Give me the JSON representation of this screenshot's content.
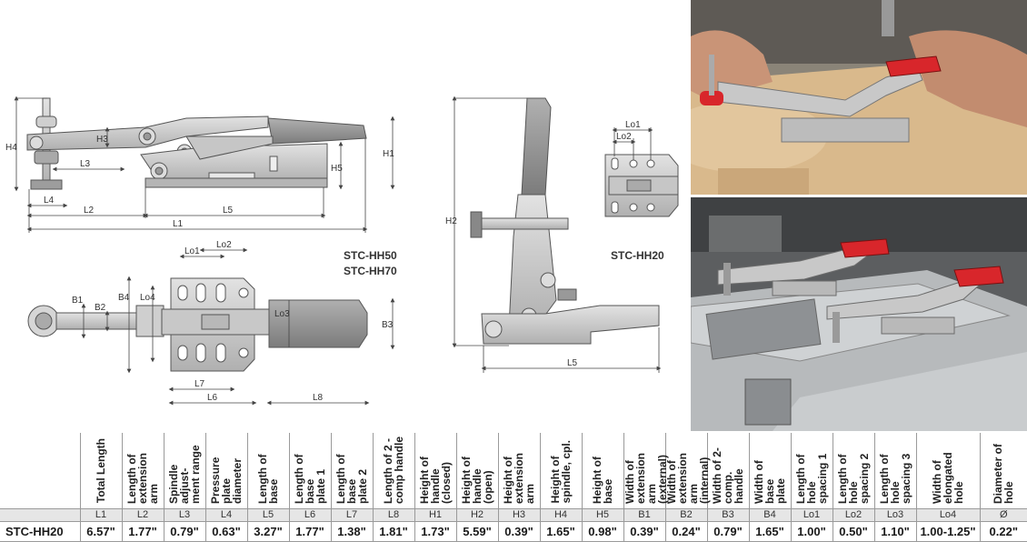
{
  "drawings": {
    "hh50_label_line1": "STC-HH50",
    "hh50_label_line2": "STC-HH70",
    "hh20_label": "STC-HH20",
    "side_dims": [
      "H4",
      "H3",
      "L3",
      "H5",
      "H1",
      "L4",
      "L2",
      "L5",
      "L1"
    ],
    "top_dims": [
      "Lo1",
      "Lo2",
      "B1",
      "B2",
      "B4",
      "Lo4",
      "Lo3",
      "B3",
      "L7",
      "L6",
      "L8"
    ],
    "hh20_side_dims": [
      "H2",
      "L5"
    ],
    "hh20_top_dims": [
      "Lo1",
      "Lo2"
    ]
  },
  "photos": {
    "top": "photo-clamp-in-hand",
    "bottom": "photo-clamps-on-fixture"
  },
  "table": {
    "headers": [
      "",
      "Total Length",
      "Length of\nextension arm",
      "Spindle adjust-\nment range",
      "Pressure plate\ndiameter",
      "Length of base",
      "Length of base\nplate 1",
      "Length of base\nplate 2",
      "Length of 2 -\ncomp handle",
      "Height of\nhandle (closed)",
      "Height of\nhandle (open)",
      "Height of\nextension arm",
      "Height of\nspindle, cpl.",
      "Height of base",
      "Width of\nextension arm\n(external)",
      "Width of\nextension arm\n(internal)",
      "Width of 2-\ncomp. handle",
      "Width of base\nplate",
      "Length of hole\nspacing 1",
      "Length of hole\nspacing 2",
      "Length of hole\nspacing 3",
      "Width of\nelongated hole",
      "Diameter of\nhole"
    ],
    "codes": [
      "",
      "L1",
      "L2",
      "L3",
      "L4",
      "L5",
      "L6",
      "L7",
      "L8",
      "H1",
      "H2",
      "H3",
      "H4",
      "H5",
      "B1",
      "B2",
      "B3",
      "B4",
      "Lo1",
      "Lo2",
      "Lo3",
      "Lo4",
      "Ø"
    ],
    "row": {
      "model": "STC-HH20",
      "values": [
        "6.57\"",
        "1.77\"",
        "0.79\"",
        "0.63\"",
        "3.27\"",
        "1.77\"",
        "1.38\"",
        "1.81\"",
        "1.73\"",
        "5.59\"",
        "0.39\"",
        "1.65\"",
        "0.98\"",
        "0.39\"",
        "0.24\"",
        "0.79\"",
        "1.65\"",
        "1.00\"",
        "0.50\"",
        "1.10\"",
        "1.00-1.25\"",
        "0.22\""
      ]
    }
  },
  "colors": {
    "steel": "#b8b8b8",
    "outline": "#555555",
    "handle": "#8d8d8d",
    "accent_red": "#d8262b",
    "wood": "#d9b98c"
  }
}
